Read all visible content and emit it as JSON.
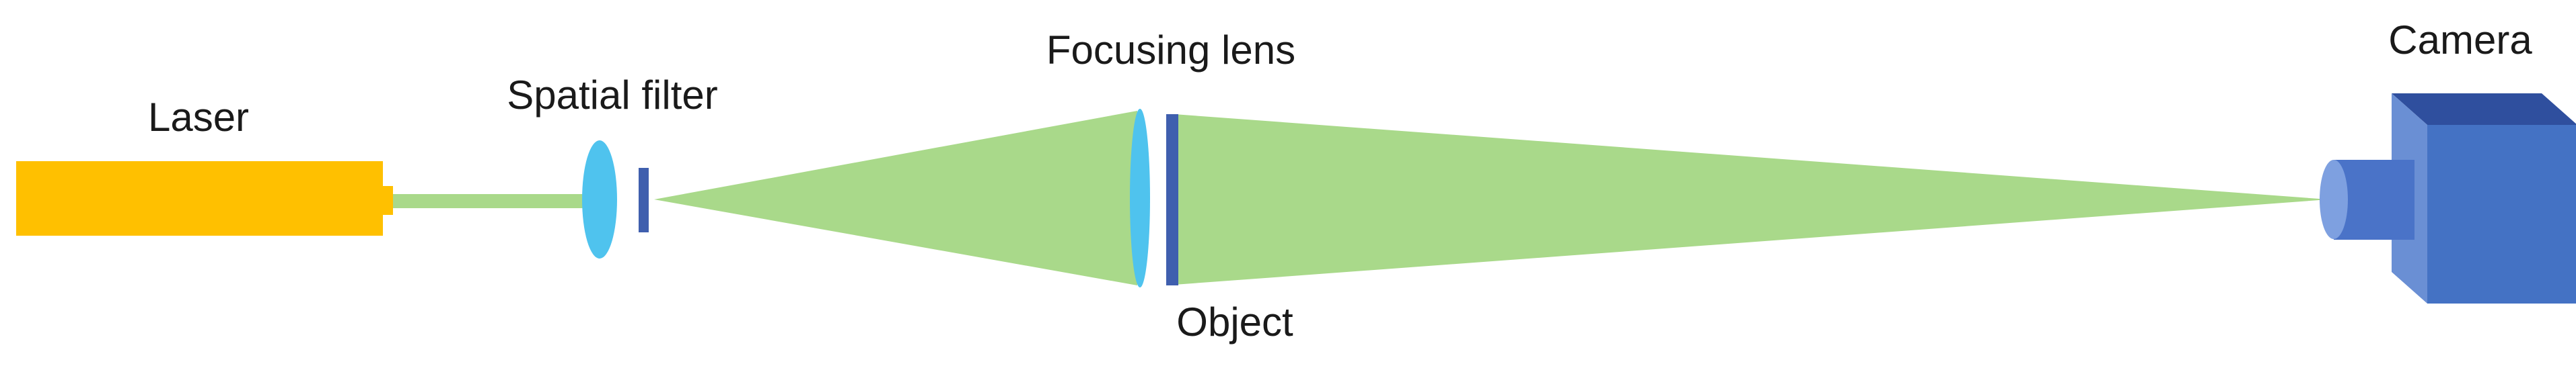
{
  "labels": {
    "laser": "Laser",
    "spatial_filter": "Spatial filter",
    "focusing_lens": "Focusing lens",
    "object": "Object",
    "camera": "Camera"
  },
  "colors": {
    "laser_body": "#FFC000",
    "beam": "#A9D98A",
    "lens": "#4FC3EE",
    "aperture": "#3F5FAE",
    "camera_front": "#4472C4",
    "camera_top": "#2F4F9E",
    "camera_side": "#6A8FD4",
    "camera_lens": "#4A73C8",
    "camera_lens_cap": "#7EA0E0",
    "text": "#1a1a1a"
  }
}
